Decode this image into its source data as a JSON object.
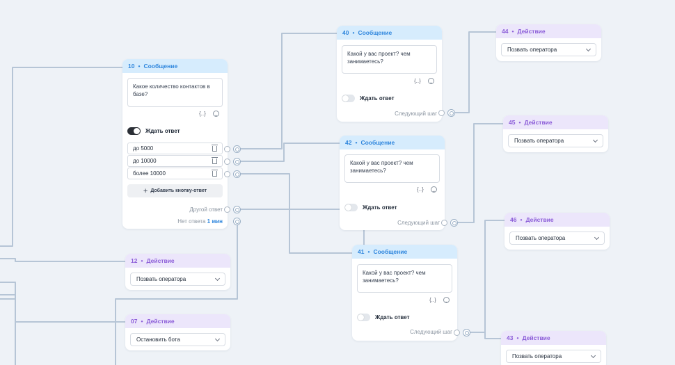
{
  "nodes": {
    "n10": {
      "id": "10",
      "type": "Сообщение",
      "text": "Какое количество контактов в базе?",
      "vars": "{..}",
      "wait_label": "Ждать ответ",
      "options": [
        "до 5000",
        "до 10000",
        "более 10000"
      ],
      "add_button": "Добавить кнопку-ответ",
      "other_answer": "Другой ответ",
      "no_answer": "Нет ответа",
      "no_answer_time": "1 мин"
    },
    "n40": {
      "id": "40",
      "type": "Сообщение",
      "text": "Какой у вас проект? чем занимаетесь?",
      "vars": "{..}",
      "wait_label": "Ждать ответ",
      "next_step": "Следующий шаг"
    },
    "n42": {
      "id": "42",
      "type": "Сообщение",
      "text": "Какой у вас проект? чем занимаетесь?",
      "vars": "{..}",
      "wait_label": "Ждать ответ",
      "next_step": "Следующий шаг"
    },
    "n41": {
      "id": "41",
      "type": "Сообщение",
      "text": "Какой у вас проект? чем занимаетесь?",
      "vars": "{..}",
      "wait_label": "Ждать ответ",
      "next_step": "Следующий шаг"
    },
    "n44": {
      "id": "44",
      "type": "Действие",
      "select": "Позвать оператора"
    },
    "n45": {
      "id": "45",
      "type": "Действие",
      "select": "Позвать оператора"
    },
    "n46": {
      "id": "46",
      "type": "Действие",
      "select": "Позвать оператора"
    },
    "n43": {
      "id": "43",
      "type": "Действие",
      "select": "Позвать оператора"
    },
    "n12": {
      "id": "12",
      "type": "Действие",
      "select": "Позвать оператора"
    },
    "n07": {
      "id": "07",
      "type": "Действие",
      "select": "Остановить бота"
    }
  },
  "separator": "•",
  "colors": {
    "canvas": "#eef2f7",
    "message_header": "#d6ecfd",
    "message_accent": "#2f86dd",
    "action_header": "#ece6fb",
    "action_accent": "#8b5cd8",
    "wire": "#b6c5d6"
  },
  "icons": [
    "variables-icon",
    "emoji-icon",
    "trash-icon",
    "plus-icon",
    "chevron-down-icon"
  ]
}
